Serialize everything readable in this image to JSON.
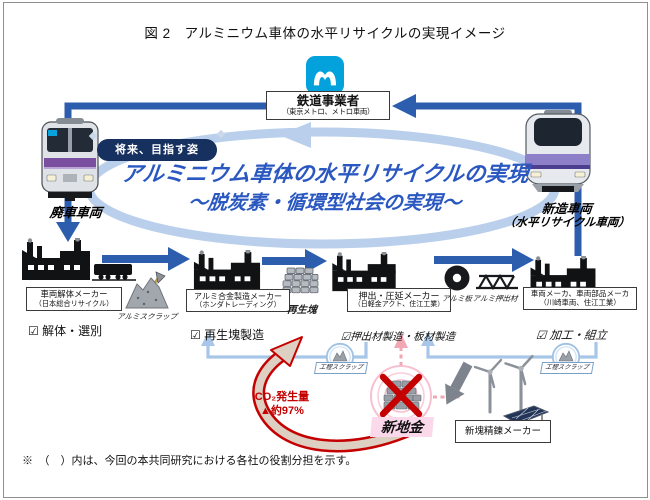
{
  "figure": {
    "title": "図 2　アルミニウム車体の水平リサイクルの実現イメージ",
    "footnote": "※　（　）内は、今回の本共同研究における各社の役割分担を示す。"
  },
  "operator": {
    "name": "鉄道事業者",
    "companies": "（東京メトロ、メトロ車両）"
  },
  "vision": {
    "badge": "将来、目指す姿",
    "line1": "アルミニウム車体の水平リサイクルの実現",
    "line2": "～脱炭素・循環型社会の実現～"
  },
  "trains": {
    "scrapped": "廃車車両",
    "new_line1": "新造車両",
    "new_line2": "（水平リサイクル車両）"
  },
  "process": [
    {
      "maker": "車両解体メーカー",
      "companies": "（日本総合リサイクル）",
      "role": "☑ 解体・選別"
    },
    {
      "maker": "アルミ合金製造メーカー",
      "companies": "（ホンダトレーディング）",
      "role": "☑ 再生塊製造"
    },
    {
      "maker": "押出・圧延メーカー",
      "companies": "（日軽金アクト、住江工業）",
      "role": "☑押出材製造・板材製造"
    },
    {
      "maker": "車両メーカ、車両部品メーカ",
      "companies": "（川崎車両、住江工業）",
      "role": "☑ 加工・組立"
    }
  ],
  "materials": {
    "scrap": "アルミスクラップ",
    "recycled_ingot": "再生塊",
    "sheet": "アルミ板",
    "extrusion": "アルミ押出材",
    "process_scrap": "工程スクラップ"
  },
  "new_ingot": {
    "label": "新地金",
    "co2_line1": "CO₂発生量",
    "co2_line2": "▲約97%",
    "smelter": "新塊精錬メーカー"
  },
  "colors": {
    "flow_arrow": "#2d5dad",
    "cycle_ring": "#b9cfeb",
    "badge_bg": "#16305f",
    "headline": "#2a58c0",
    "metro_logo": "#04a2dc",
    "alert_red": "#c40000",
    "pink_dashed": "#f2a7b4"
  }
}
